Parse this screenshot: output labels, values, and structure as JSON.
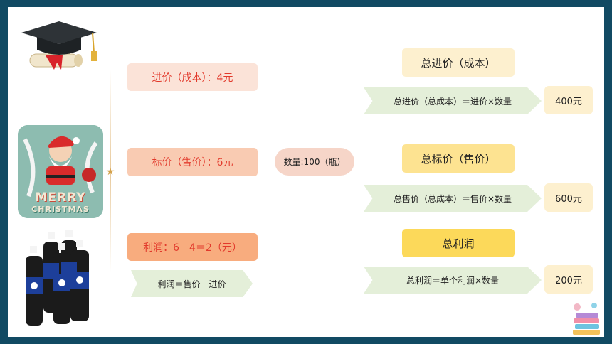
{
  "left_boxes": {
    "cost": "进价（成本）：4元",
    "price": "标价（售价）：6元",
    "profit": "利润：6－4＝2（元）",
    "profit_formula": "利润＝售价－进价"
  },
  "center": {
    "quantity": "数量:100（瓶）"
  },
  "right": {
    "total_cost_title": "总进价（成本）",
    "total_cost_formula": "总进价（总成本）＝进价×数量",
    "total_cost_value": "400元",
    "total_price_title": "总标价（售价）",
    "total_price_formula": "总售价（总成本）＝售价×数量",
    "total_price_value": "600元",
    "total_profit_title": "总利润",
    "total_profit_formula": "总利润＝单个利润×数量",
    "total_profit_value": "200元"
  },
  "images": {
    "cap": "graduation-cap-icon",
    "santa": "santa-card-image",
    "santa_text_1": "MERRY",
    "santa_text_2": "CHRISTMAS",
    "soda": "soda-bottles-image",
    "books": "books-icon"
  },
  "colors": {
    "frame": "#114a63",
    "pink": "#fbe3d8",
    "salmon": "#f9cbb2",
    "orange": "#f8ac7e",
    "red_text": "#e23a2c",
    "green": "#e4efd9",
    "yellow_light": "#fdf0cf",
    "yellow_mid": "#fde391",
    "yellow_dark": "#fcd95a",
    "center_pill": "#f6d5c8"
  }
}
